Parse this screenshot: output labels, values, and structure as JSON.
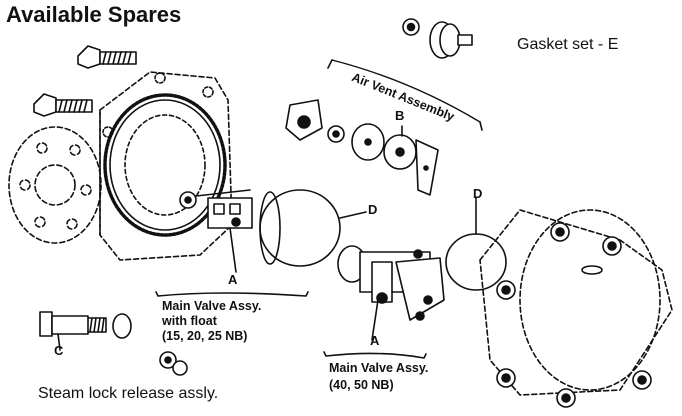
{
  "title": "Available Spares",
  "labels": {
    "gasket_set": "Gasket set - E",
    "air_vent": "Air Vent Assembly",
    "main_valve_float_line1": "Main Valve Assy.",
    "main_valve_float_line2": "with float",
    "main_valve_float_line3": "(15, 20, 25 NB)",
    "main_valve_large_line1": "Main Valve Assy.",
    "main_valve_large_line2": "(40, 50 NB)",
    "steam_lock": "Steam lock release assly."
  },
  "callouts": {
    "a1": "A",
    "a2": "A",
    "b": "B",
    "c": "C",
    "d1": "D",
    "d2": "D"
  },
  "colors": {
    "ink": "#111111",
    "paper": "#ffffff"
  }
}
